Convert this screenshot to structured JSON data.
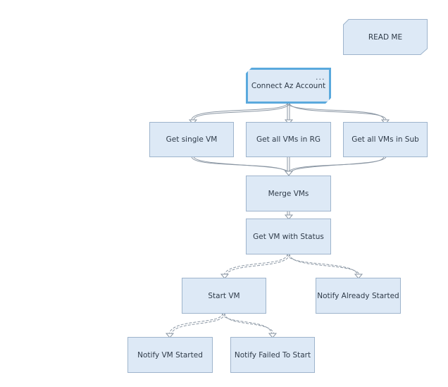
{
  "readme": {
    "label": "READ ME"
  },
  "more_menu": "···",
  "nodes": {
    "connect": "Connect Az Account",
    "single_vm": "Get single VM",
    "all_vms_rg": "Get all VMs in RG",
    "all_vms_sub": "Get all VMs in Sub",
    "merge": "Merge VMs",
    "status": "Get VM with Status",
    "start_vm": "Start VM",
    "notify_already": "Notify Already Started",
    "notify_started": "Notify VM Started",
    "notify_failed": "Notify Failed To Start"
  },
  "colors": {
    "node_fill": "#dde9f6",
    "node_border": "#9eb4cc",
    "selected_border": "#5aa9dd",
    "connector": "#8a96a3"
  }
}
